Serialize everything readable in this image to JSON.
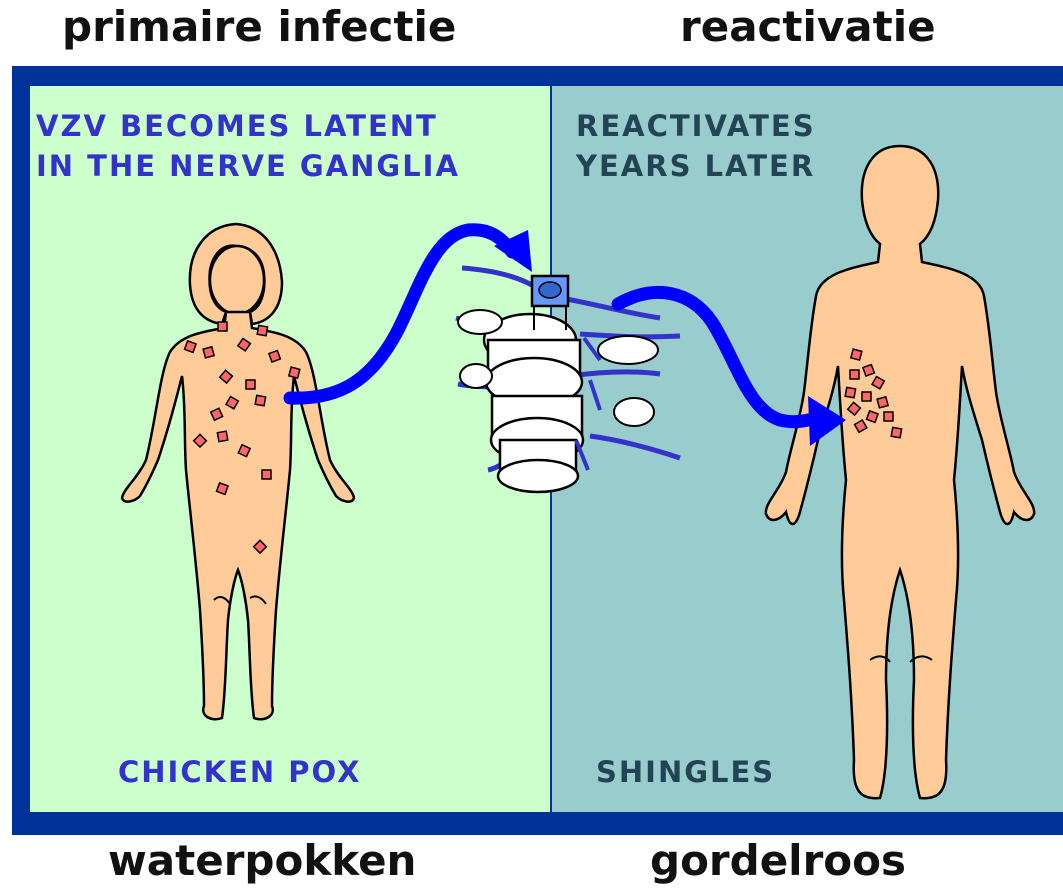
{
  "labels": {
    "top_left": "primaire infectie",
    "top_right": "reactivatie",
    "bottom_left": "waterpokken",
    "bottom_right": "gordelroos"
  },
  "panels": {
    "left": {
      "caption": "VZV BECOMES LATENT\nIN THE NERVE GANGLIA",
      "bottom_label": "CHICKEN POX",
      "background": "#ccffcc"
    },
    "right": {
      "caption": "REACTIVATES\nYEARS LATER",
      "bottom_label": "SHINGLES",
      "background": "#99cccc"
    }
  },
  "colors": {
    "frame": "#003399",
    "caption_left": "#3333cc",
    "caption_right": "#224455",
    "skin": "#ffcc99",
    "lesion": "#ff6666",
    "arrow": "#0000ff"
  },
  "icons": [
    "child-figure-icon",
    "adult-figure-icon",
    "spinal-ganglia-icon",
    "curved-arrow-icon"
  ]
}
